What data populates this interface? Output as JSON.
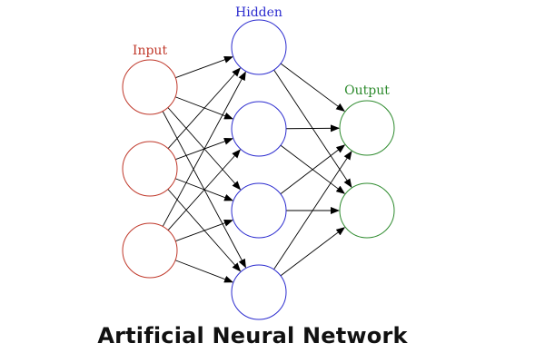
{
  "title": "Artificial Neural Network",
  "colors": {
    "input": "#c0392b",
    "hidden": "#2c2ccf",
    "output": "#2e8b2e",
    "edge": "#000000",
    "caption": "#111111"
  },
  "layers": [
    {
      "id": "input",
      "label": "Input",
      "neuron_count": 3
    },
    {
      "id": "hidden",
      "label": "Hidden",
      "neuron_count": 4
    },
    {
      "id": "output",
      "label": "Output",
      "neuron_count": 2
    }
  ],
  "connections": "fully-connected: input→hidden, hidden→output, directed arrows"
}
